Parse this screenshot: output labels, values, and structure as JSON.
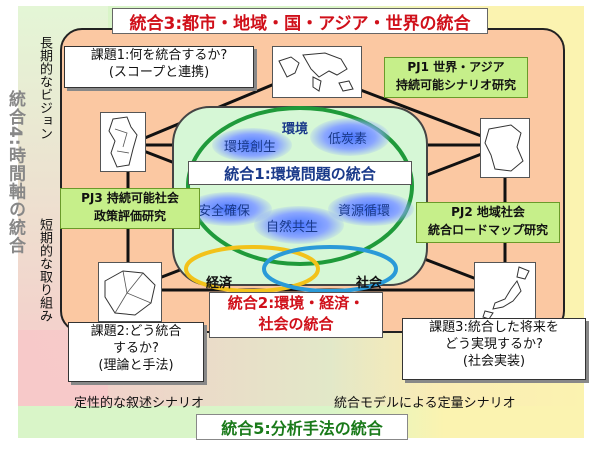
{
  "title_top": "統合3:都市・地域・国・アジア・世界の統合",
  "title_bottom": "統合5:分析手法の統合",
  "left_vertical": {
    "outer": "統合4:時間軸の統合",
    "long_vision": "長期的なビジョン",
    "short_term": "短期的な取り組み"
  },
  "bottom_labels": {
    "left": "定性的な叙述シナリオ",
    "right": "統合モデルによる定量シナリオ"
  },
  "tasks": {
    "task1": "課題1:何を統合するか?\n(スコープと連携)",
    "task2": "課題2:どう統合\nするか?\n(理論と手法)",
    "task3": "課題3:統合した将来を\nどう実現するか?\n(社会実装)"
  },
  "projects": {
    "pj1": "PJ1 世界・アジア\n持続可能シナリオ研究",
    "pj2": "PJ2 地域社会\n統合ロードマップ研究",
    "pj3": "PJ3 持続可能社会\n政策評価研究"
  },
  "center": {
    "env_label": "環境",
    "integration1": "統合1:環境問題の統合",
    "kankyo_sosei": "環境創生",
    "teitanso": "低炭素",
    "anzen": "安全確保",
    "shigen": "資源循環",
    "shizen": "自然共生",
    "keizai": "経済",
    "shakai": "社会",
    "integration2": "統合2:環境・経済・\n社会の統合"
  },
  "colors": {
    "green_outer": "#d9f5c8",
    "yellow_right": "#fbf3b0",
    "pink_left": "#f7c9c9",
    "orange_panel": "#fbc8a2",
    "center_panel": "#d6f7d6",
    "green_text": "#1a7a1a",
    "red_text": "#d0101a",
    "blue_text": "#1a3a8a",
    "ellipse_green": "#1f9a3a",
    "ellipse_yellow": "#f2c21a",
    "ellipse_blue": "#2a9ad8",
    "pj_fill": "#c6ef8a"
  }
}
